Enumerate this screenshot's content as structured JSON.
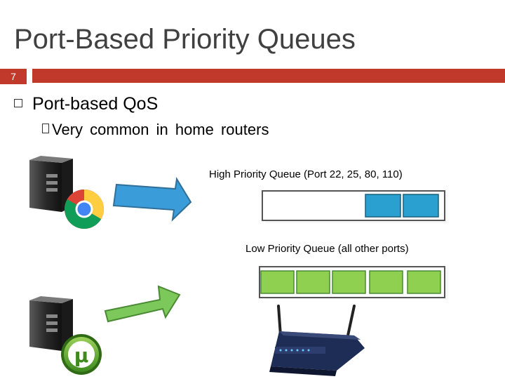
{
  "slide": {
    "title": "Port-Based Priority Queues",
    "number": "7",
    "bullet_main": "Port-based QoS",
    "bullet_sub": "Very common in home routers"
  },
  "queues": {
    "high_label": "High Priority Queue (Port 22, 25, 80, 110)",
    "low_label": "Low Priority Queue (all other ports)",
    "high_filled_slots": 2,
    "low_filled_slots": 5
  },
  "colors": {
    "accent": "#c0392b",
    "high_packet": "#2aa0d0",
    "low_packet": "#8fd050",
    "arrow_top": "#3a9cd8",
    "arrow_bottom": "#7cc85a"
  },
  "icons": {
    "server_top": "server-icon",
    "browser": "chrome-icon",
    "server_bottom": "server-icon",
    "torrent": "utorrent-icon",
    "router": "router-icon"
  }
}
